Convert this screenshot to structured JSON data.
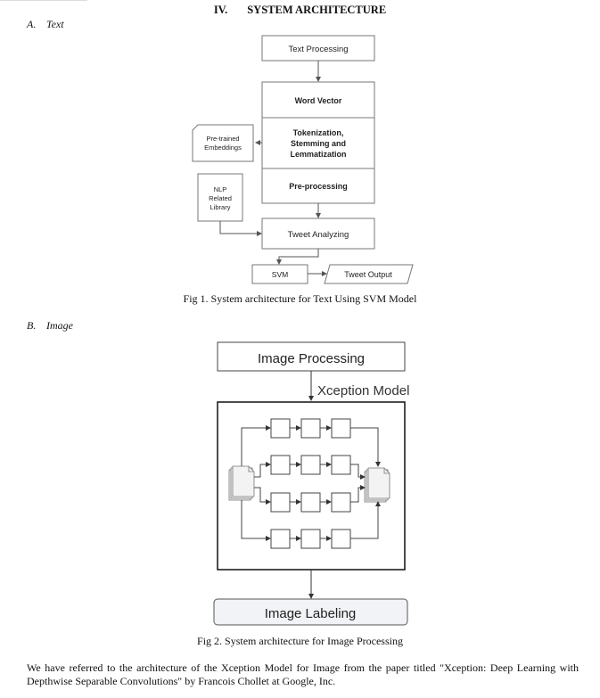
{
  "section": {
    "number": "IV.",
    "title": "SYSTEM ARCHITECTURE"
  },
  "subsections": {
    "a": {
      "letter": "A.",
      "title": "Text"
    },
    "b": {
      "letter": "B.",
      "title": "Image"
    }
  },
  "fig1": {
    "caption": "Fig 1. System architecture for Text Using SVM Model",
    "nodes": {
      "text_processing": "Text Processing",
      "word_vector": "Word Vector",
      "tokenization": [
        "Tokenization,",
        "Stemming and",
        "Lemmatization"
      ],
      "preprocessing": "Pre-processing",
      "pretrained": [
        "Pre-trained",
        "Embeddings"
      ],
      "nlp": [
        "NLP",
        "Related",
        "Library"
      ],
      "tweet_analyzing": "Tweet Analyzing",
      "svm": "SVM",
      "tweet_output": "Tweet Output"
    }
  },
  "fig2": {
    "caption": "Fig 2. System architecture for Image Processing",
    "nodes": {
      "image_processing": "Image Processing",
      "xception_model": "Xception Model",
      "image_labeling": "Image Labeling"
    }
  },
  "paragraph": "We have referred to the architecture of the Xception Model for Image from the paper titled \"Xception: Deep Learning with Depthwise Separable Convolutions\" by Francois Chollet at Google, Inc."
}
